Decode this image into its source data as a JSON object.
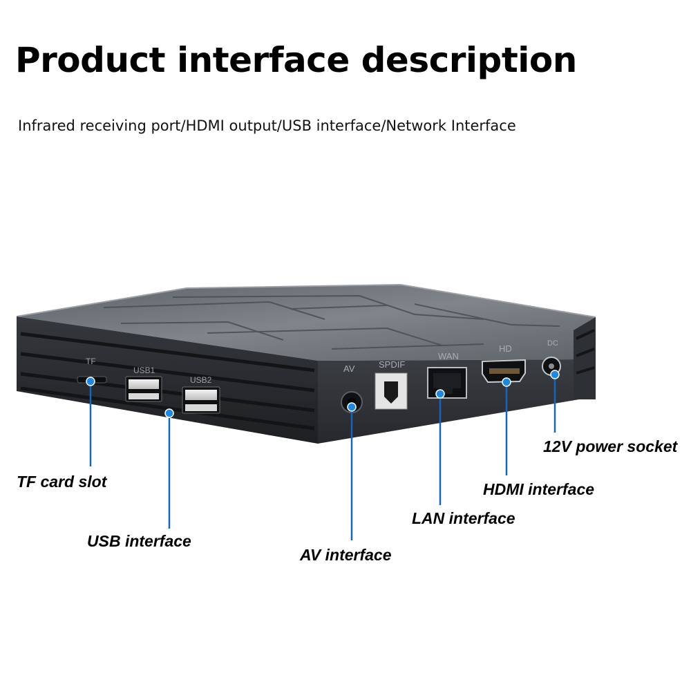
{
  "header": {
    "title": "Product interface description",
    "subtitle": "Infrared receiving port/HDMI output/USB interface/Network Interface"
  },
  "device": {
    "port_labels": {
      "tf": "TF",
      "usb1": "USB1",
      "usb2": "USB2",
      "av": "AV",
      "spdif": "SPDIF",
      "wan": "WAN",
      "hd": "HD",
      "dc": "DC"
    }
  },
  "callouts": {
    "tf_card_slot": "TF card slot",
    "usb_interface": "USB interface",
    "av_interface": "AV interface",
    "lan_interface": "LAN interface",
    "hdmi_interface": "HDMI interface",
    "power_socket": "12V power socket"
  },
  "colors": {
    "leader_line": "#1565c0",
    "device_body": "#2b2e33",
    "device_top": "#74797f"
  }
}
